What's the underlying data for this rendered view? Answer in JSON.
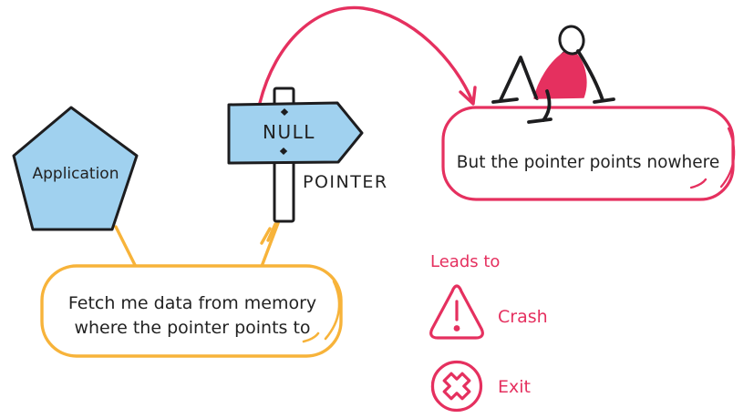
{
  "colors": {
    "blue": "#a0d1ef",
    "dark": "#1d1d1f",
    "crimson": "#e5305f",
    "yellow": "#f7b33a",
    "ink": "#222222",
    "background": "#ffffff"
  },
  "application": {
    "label": "Application"
  },
  "signpost": {
    "sign_label": "NULL",
    "post_label": "POINTER"
  },
  "nowhere_bubble": {
    "text": "But the pointer points nowhere"
  },
  "fetch_bubble": {
    "line1": "Fetch me data from memory",
    "line2": "where the pointer points to"
  },
  "outcomes": {
    "heading": "Leads to",
    "items": [
      {
        "icon": "warning-triangle-icon",
        "label": "Crash"
      },
      {
        "icon": "x-circle-icon",
        "label": "Exit"
      }
    ]
  }
}
